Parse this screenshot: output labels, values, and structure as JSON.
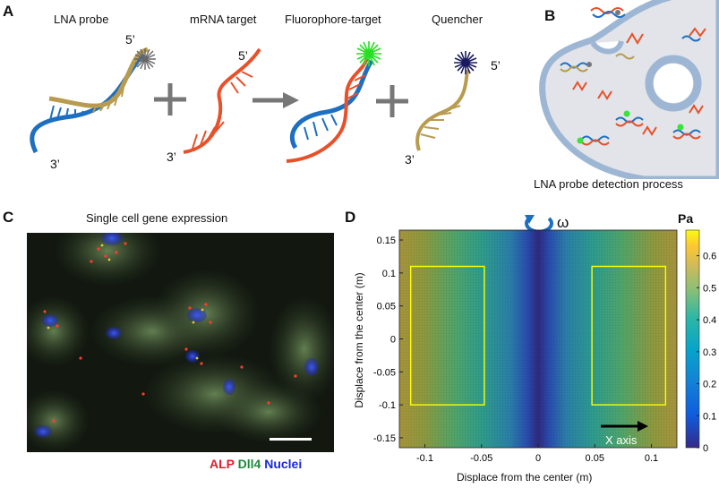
{
  "panels": {
    "a": {
      "letter": "A",
      "labels": {
        "lna_probe": "LNA probe",
        "mrna_target": "mRNA target",
        "fluorophore_target": "Fluorophore-target",
        "quencher": "Quencher"
      },
      "ends": {
        "five": "5’",
        "three": "3’"
      }
    },
    "b": {
      "letter": "B",
      "caption": "LNA probe detection process"
    },
    "c": {
      "letter": "C",
      "title": "Single cell gene expression",
      "legend": [
        {
          "text": "ALP",
          "color": "#e8192c"
        },
        {
          "text": "Dll4",
          "color": "#1e8a3a"
        },
        {
          "text": "Nuclei",
          "color": "#1a2ad4"
        }
      ]
    },
    "d": {
      "letter": "D",
      "omega": "ω",
      "colorbar_unit": "Pa",
      "arrow_label": "X axis"
    }
  },
  "chart_data": {
    "type": "heatmap",
    "xlabel": "Displace from the center (m)",
    "ylabel": "Displace from the center (m)",
    "xlim": [
      -0.1225,
      0.1225
    ],
    "ylim": [
      -0.165,
      0.165
    ],
    "x_ticks": [
      -0.1,
      -0.05,
      0,
      0.05,
      0.1
    ],
    "x_tick_labels": [
      "-0.1",
      "-0.05",
      "0",
      "0.05",
      "0.1"
    ],
    "y_ticks": [
      0.15,
      0.1,
      0.05,
      0,
      -0.05,
      -0.1,
      -0.15
    ],
    "y_tick_labels": [
      "0.15",
      "0.1",
      "0.05",
      "0",
      "-0.05",
      "-0.1",
      "-0.15"
    ],
    "colorbar": {
      "unit": "Pa",
      "range": [
        0,
        0.68
      ],
      "ticks": [
        0,
        0.1,
        0.2,
        0.3,
        0.4,
        0.5,
        0.6
      ],
      "tick_labels": [
        "0",
        "0.1",
        "0.2",
        "0.3",
        "0.4",
        "0.5",
        "0.6"
      ],
      "colormap": "parula"
    },
    "field": "shear stress increases with distance from center axis",
    "highlight_regions": [
      {
        "x": [
          -0.1125,
          -0.0475
        ],
        "y": [
          -0.1,
          0.11
        ],
        "color": "#ffff00"
      },
      {
        "x": [
          0.0475,
          0.1125
        ],
        "y": [
          -0.1,
          0.11
        ],
        "color": "#ffff00"
      }
    ]
  }
}
